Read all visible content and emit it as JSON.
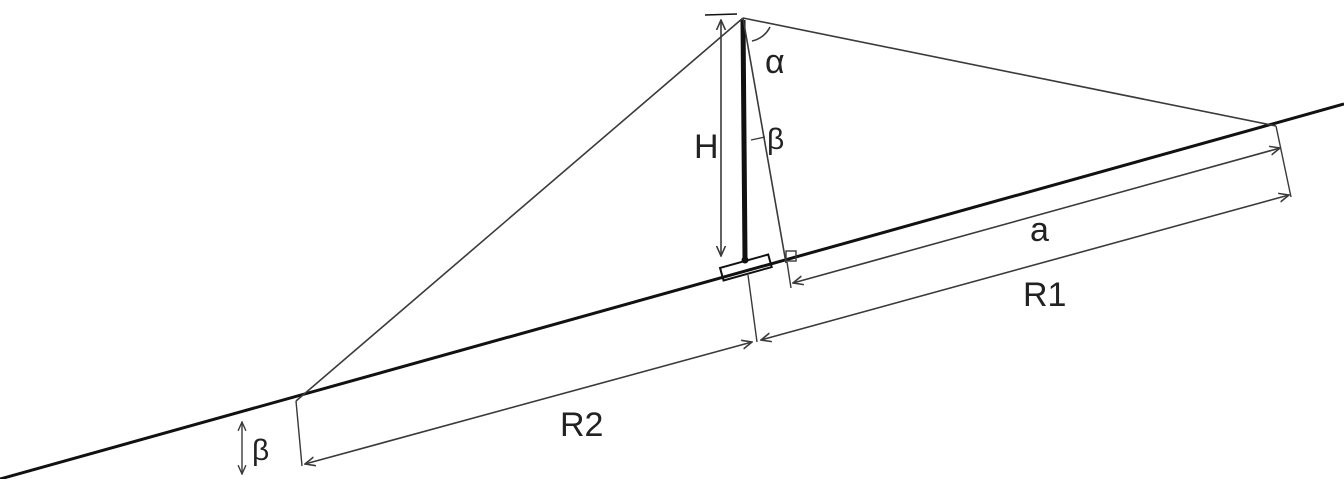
{
  "labels": {
    "height": "H",
    "angle_alpha": "α",
    "angle_beta_top": "β",
    "angle_beta_bottom": "β",
    "segment_a": "a",
    "radius_1": "R1",
    "radius_2": "R2"
  },
  "colors": {
    "line": "#3a3a3a",
    "ground": "#111111",
    "text": "#222222"
  }
}
